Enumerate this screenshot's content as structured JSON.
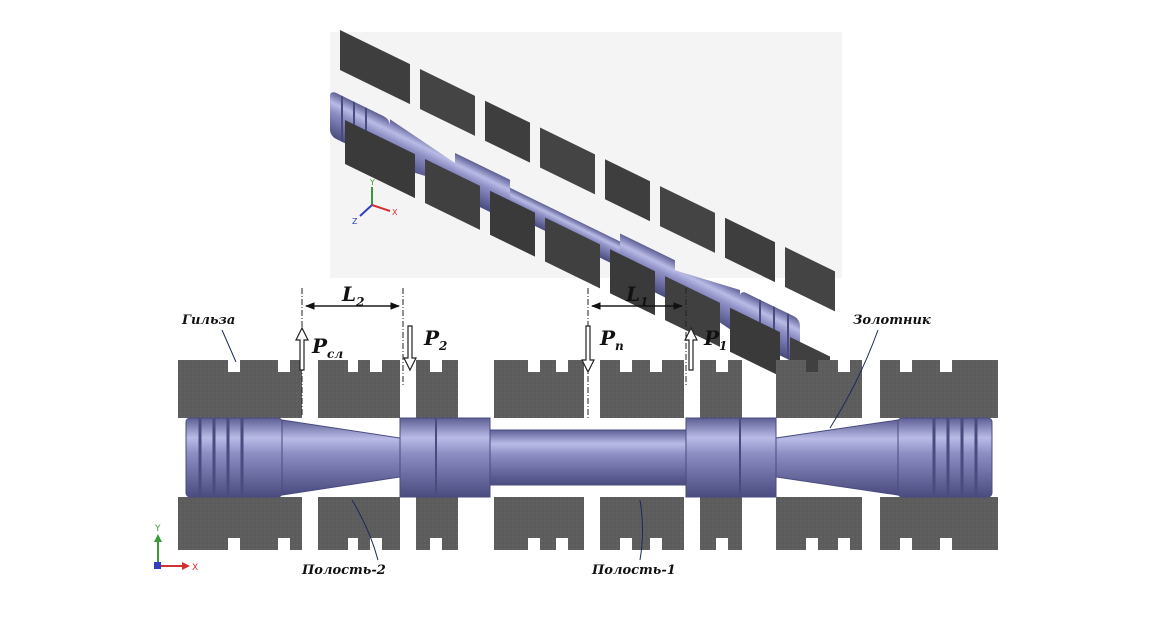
{
  "labels": {
    "sleeve": "Гильза",
    "spool": "Золотник",
    "cavity2": "Полость-2",
    "cavity1": "Полость-1"
  },
  "dimensions": {
    "l2": {
      "base": "L",
      "sub": "2"
    },
    "l1": {
      "base": "L",
      "sub": "1"
    }
  },
  "pressures": {
    "p_sl": {
      "base": "P",
      "sub": "сл"
    },
    "p2": {
      "base": "P",
      "sub": "2"
    },
    "pn": {
      "base": "P",
      "sub": "п"
    },
    "p1": {
      "base": "P",
      "sub": "1"
    }
  },
  "axes": {
    "y": "Y",
    "x": "X",
    "z": "Z"
  },
  "colors": {
    "housing": "#5b5b5b",
    "housing_dark": "#3a3a3a",
    "spool": "#8c8ec4",
    "spool_dark": "#5a5c92",
    "spool_light": "#c9cbee",
    "background": "#ffffff"
  }
}
